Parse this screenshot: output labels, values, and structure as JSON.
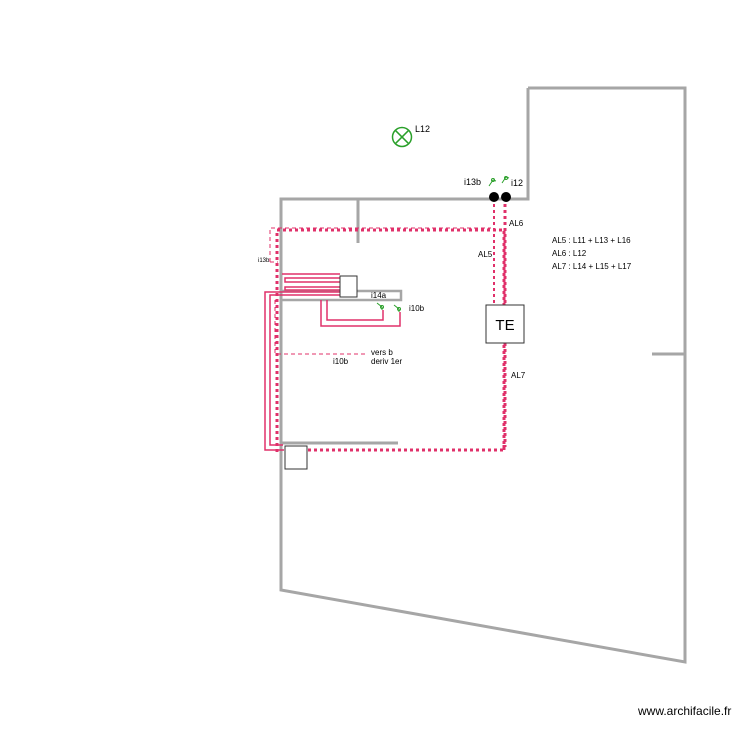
{
  "labels": {
    "lamp": "L12",
    "switch_left": "i13b",
    "switch_right": "i12",
    "line_al6": "AL6",
    "line_al5": "AL5",
    "line_al7": "AL7",
    "panel": "TE",
    "room_switch": "i13b",
    "switch_i14a": "i14a",
    "switch_i10b": "i10b",
    "switch_i10b_lower": "i10b",
    "note_line1": "vers b",
    "note_line2": "deriv 1er"
  },
  "legend": [
    "AL5  : L11 + L13 + L16",
    "AL6 : L12",
    "AL7 : L14 + L15 + L17"
  ],
  "watermark": "www.archifacile.fr",
  "colors": {
    "wall": "#a6a6a6",
    "circuit": "#e0306a",
    "lamp": "#2aa02a",
    "text": "#000000"
  }
}
